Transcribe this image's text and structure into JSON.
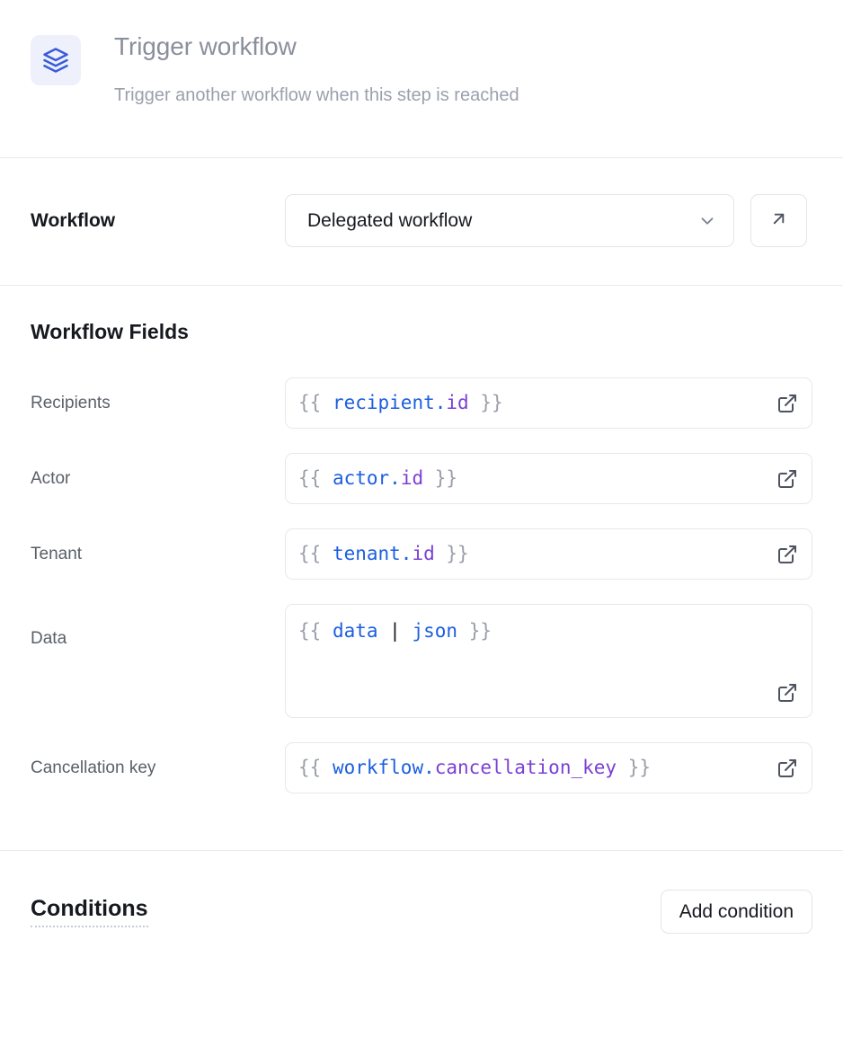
{
  "header": {
    "icon": "layers-icon",
    "title": "Trigger workflow",
    "subtitle": "Trigger another workflow when this step is reached"
  },
  "workflow": {
    "label": "Workflow",
    "selected_option": "Delegated workflow",
    "dropdown_icon": "chevron-down-icon",
    "open_button_icon": "arrow-up-right-icon"
  },
  "fields_section": {
    "heading": "Workflow Fields",
    "expand_icon": "external-link-icon",
    "fields": [
      {
        "label": "Recipients",
        "value": "{{ recipient.id }}",
        "tokens": [
          {
            "t": "{{ ",
            "c": "brace"
          },
          {
            "t": "recipient",
            "c": "obj"
          },
          {
            "t": ".",
            "c": "dot"
          },
          {
            "t": "id",
            "c": "prop"
          },
          {
            "t": " }}",
            "c": "brace"
          }
        ],
        "multiline": false
      },
      {
        "label": "Actor",
        "value": "{{ actor.id }}",
        "tokens": [
          {
            "t": "{{ ",
            "c": "brace"
          },
          {
            "t": "actor",
            "c": "obj"
          },
          {
            "t": ".",
            "c": "dot"
          },
          {
            "t": "id",
            "c": "prop"
          },
          {
            "t": " }}",
            "c": "brace"
          }
        ],
        "multiline": false
      },
      {
        "label": "Tenant",
        "value": "{{ tenant.id }}",
        "tokens": [
          {
            "t": "{{ ",
            "c": "brace"
          },
          {
            "t": "tenant",
            "c": "obj"
          },
          {
            "t": ".",
            "c": "dot"
          },
          {
            "t": "id",
            "c": "prop"
          },
          {
            "t": " }}",
            "c": "brace"
          }
        ],
        "multiline": false
      },
      {
        "label": "Data",
        "value": "{{ data | json }}",
        "tokens": [
          {
            "t": "{{ ",
            "c": "brace"
          },
          {
            "t": "data",
            "c": "obj"
          },
          {
            "t": " ",
            "c": "brace"
          },
          {
            "t": "|",
            "c": "pipe"
          },
          {
            "t": " ",
            "c": "brace"
          },
          {
            "t": "json",
            "c": "filter"
          },
          {
            "t": " }}",
            "c": "brace"
          }
        ],
        "multiline": true
      },
      {
        "label": "Cancellation key",
        "value": "{{ workflow.cancellation_key }}",
        "tokens": [
          {
            "t": "{{ ",
            "c": "brace"
          },
          {
            "t": "workflow",
            "c": "obj"
          },
          {
            "t": ".",
            "c": "dot"
          },
          {
            "t": "cancellation_key",
            "c": "prop"
          },
          {
            "t": " }}",
            "c": "brace"
          }
        ],
        "multiline": false
      }
    ]
  },
  "conditions": {
    "title": "Conditions",
    "add_button_label": "Add condition"
  },
  "colors": {
    "accent_blue": "#3a5bd9",
    "icon_bg": "#eef1fb",
    "template_object": "#1c5ee0",
    "template_property": "#7b3fd4",
    "template_brace": "#9a9ea8",
    "border": "#e2e5ea",
    "divider": "#e8eaef"
  }
}
